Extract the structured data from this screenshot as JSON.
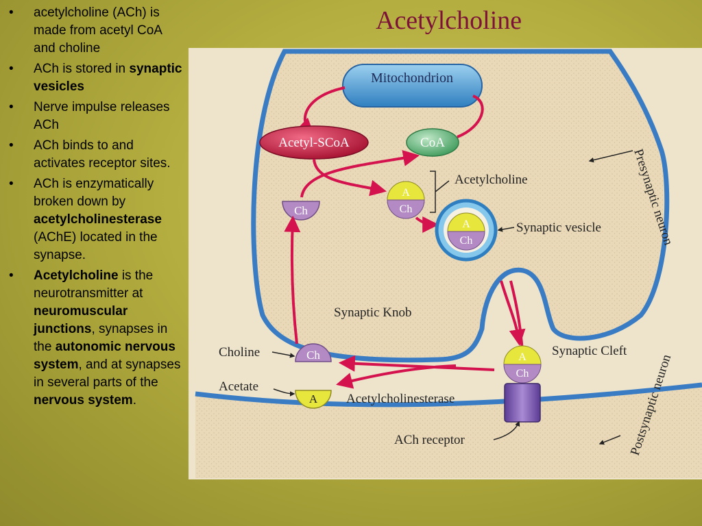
{
  "title": "Acetylcholine",
  "bullets": [
    {
      "runs": [
        {
          "text": "acetylcholine (ACh) is made from acetyl CoA and choline",
          "bold": false
        }
      ]
    },
    {
      "runs": [
        {
          "text": "ACh is stored in ",
          "bold": false
        },
        {
          "text": "synaptic vesicles",
          "bold": true
        }
      ]
    },
    {
      "runs": [
        {
          "text": "Nerve impulse releases  ACh",
          "bold": false
        }
      ]
    },
    {
      "runs": [
        {
          "text": "ACh binds to and activates receptor sites.",
          "bold": false
        }
      ]
    },
    {
      "runs": [
        {
          "text": "ACh is enzymatically broken down by ",
          "bold": false
        },
        {
          "text": "acetylcholinesterase",
          "bold": true
        },
        {
          "text": " (AChE) located in the synapse.",
          "bold": false
        }
      ]
    },
    {
      "runs": [
        {
          "text": "Acetylcholine",
          "bold": true
        },
        {
          "text": " is the neurotransmitter at ",
          "bold": false
        },
        {
          "text": "neuromuscular junctions",
          "bold": true
        },
        {
          "text": ", synapses in the ",
          "bold": false
        },
        {
          "text": "autonomic nervous system",
          "bold": true
        },
        {
          "text": ", and at synapses in several parts of the ",
          "bold": false
        },
        {
          "text": "nervous system",
          "bold": true
        },
        {
          "text": ".",
          "bold": false
        }
      ]
    }
  ],
  "diagram": {
    "mitochondrion": "Mitochondrion",
    "acetyl_scoa": "Acetyl-SCoA",
    "coa": "CoA",
    "ch": "Ch",
    "a": "A",
    "acetylcholine_label": "Acetylcholine",
    "synaptic_vesicle_label": "Synaptic vesicle",
    "presynaptic_neuron_label": "Presynaptic neuron",
    "synaptic_knob_label": "Synaptic Knob",
    "choline_label": "Choline",
    "acetate_label": "Acetate",
    "synaptic_cleft_label": "Synaptic Cleft",
    "acetylcholinesterase_label": "Acetylcholinesterase",
    "postsynaptic_neuron_label": "Postsynaptic neuron",
    "ach_receptor_label": "ACh receptor"
  },
  "colors": {
    "title": "#7d1238",
    "membrane": "#3a7cc4",
    "arrow": "#d3124e",
    "cytoplasm": "#e8d8b6",
    "background": "#b3ad3f"
  }
}
